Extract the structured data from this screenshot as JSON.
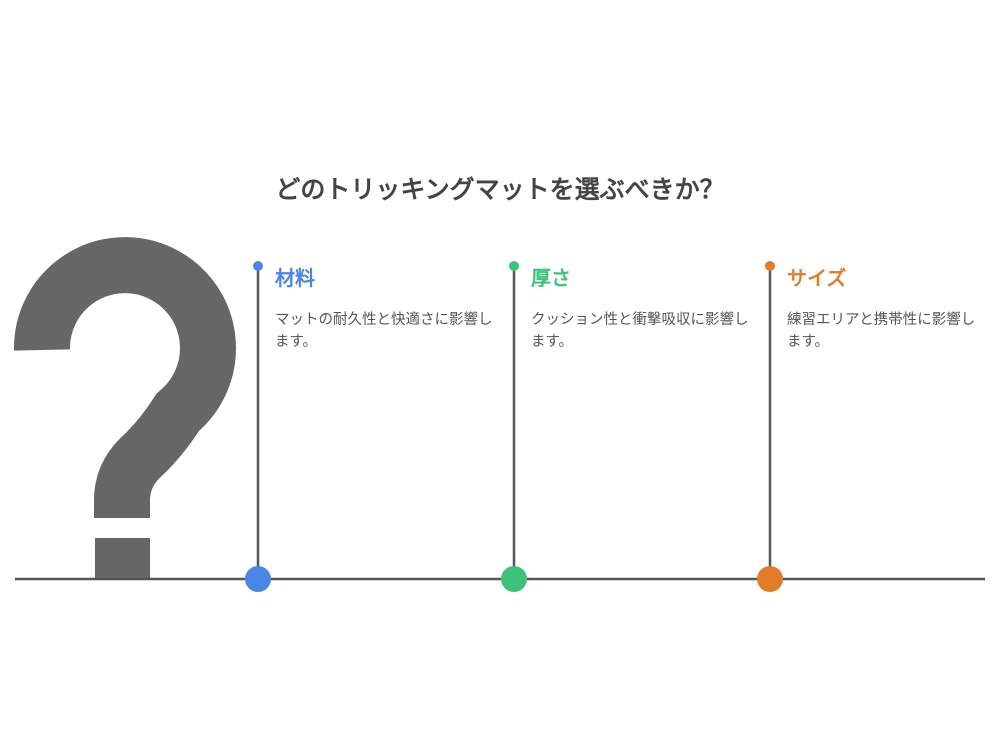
{
  "title": "どのトリッキングマットを選ぶべきか？",
  "colors": {
    "line": "#555555",
    "question_mark": "#666666"
  },
  "icon": "question-mark-icon",
  "items": [
    {
      "heading": "材料",
      "text": "マットの耐久性と快適さに影響します。",
      "color": "#4a86e8"
    },
    {
      "heading": "厚さ",
      "text": "クッション性と衝撃吸収に影響します。",
      "color": "#3dc27c"
    },
    {
      "heading": "サイズ",
      "text": "練習エリアと携帯性に影響します。",
      "color": "#e07c2a"
    }
  ]
}
